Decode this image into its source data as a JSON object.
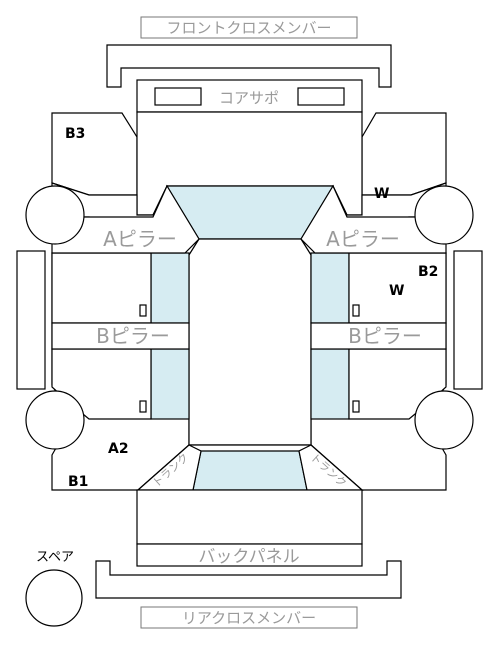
{
  "labels": {
    "front_cross_member": "フロントクロスメンバー",
    "core_support": "コアサポ",
    "a_pillar_left": "Aピラー",
    "a_pillar_right": "Aピラー",
    "b_pillar_left": "Bピラー",
    "b_pillar_right": "Bピラー",
    "trunk_left": "トランク",
    "trunk_right": "トランク",
    "back_panel": "バックパネル",
    "rear_cross_member": "リアクロスメンバー",
    "spare": "スペア",
    "marker_b3": "B3",
    "marker_w_top": "W",
    "marker_b2": "B2",
    "marker_w_right": "W",
    "marker_a2": "A2",
    "marker_b1": "B1"
  },
  "colors": {
    "glass": "#d6ecf2",
    "label_gray": "#9a9a9a",
    "line": "#000000"
  }
}
